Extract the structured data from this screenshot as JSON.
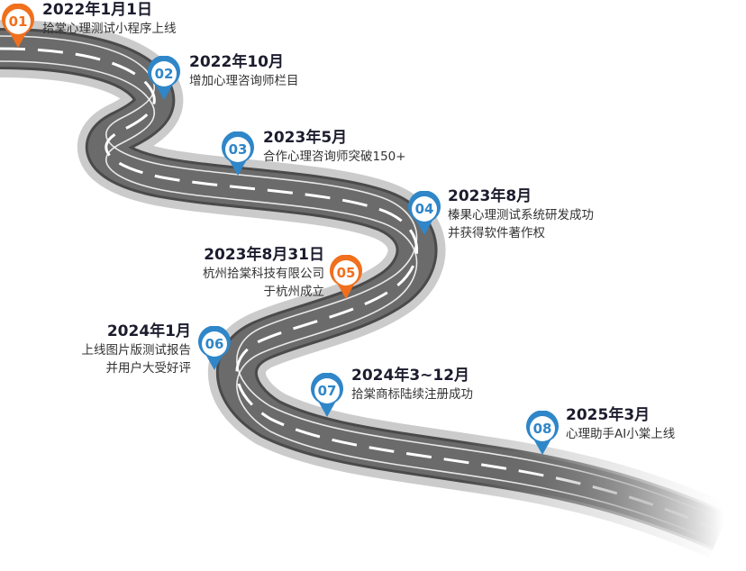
{
  "colors": {
    "orange": "#f0701d",
    "blue": "#2f86c8",
    "road": "#6b6b6b",
    "lane": "#ffffff"
  },
  "milestones": [
    {
      "num": "01",
      "date": "2022年1月1日",
      "desc": [
        "拾棠心理测试小程序上线"
      ],
      "color": "orange"
    },
    {
      "num": "02",
      "date": "2022年10月",
      "desc": [
        "增加心理咨询师栏目"
      ],
      "color": "blue"
    },
    {
      "num": "03",
      "date": "2023年5月",
      "desc": [
        "合作心理咨询师突破150+"
      ],
      "color": "blue"
    },
    {
      "num": "04",
      "date": "2023年8月",
      "desc": [
        "榛果心理测试系统研发成功",
        "并获得软件著作权"
      ],
      "color": "blue"
    },
    {
      "num": "05",
      "date": "2023年8月31日",
      "desc": [
        "杭州拾棠科技有限公司",
        "于杭州成立"
      ],
      "color": "orange"
    },
    {
      "num": "06",
      "date": "2024年1月",
      "desc": [
        "上线图片版测试报告",
        "并用户大受好评"
      ],
      "color": "blue"
    },
    {
      "num": "07",
      "date": "2024年3~12月",
      "desc": [
        "拾棠商标陆续注册成功"
      ],
      "color": "blue"
    },
    {
      "num": "08",
      "date": "2025年3月",
      "desc": [
        "心理助手AI小棠上线"
      ],
      "color": "blue"
    }
  ]
}
